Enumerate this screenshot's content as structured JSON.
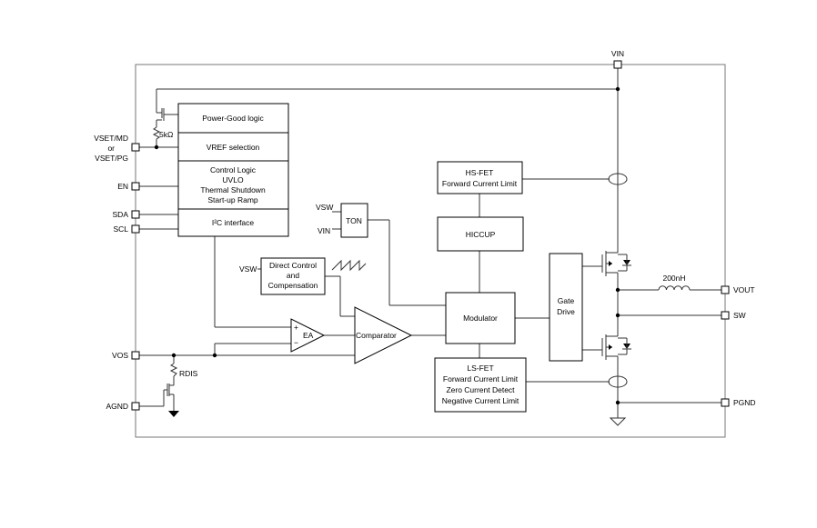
{
  "pins": {
    "vin": "VIN",
    "vset_line1": "VSET/MD",
    "vset_or": "or",
    "vset_line2": "VSET/PG",
    "en": "EN",
    "sda": "SDA",
    "scl": "SCL",
    "vos": "VOS",
    "agnd": "AGND",
    "vout": "VOUT",
    "sw": "SW",
    "pgnd": "PGND"
  },
  "blocks": {
    "power_good": "Power-Good logic",
    "vref_selection": "VREF selection",
    "control_logic": [
      "Control Logic",
      "UVLO",
      "Thermal Shutdown",
      "Start-up Ramp"
    ],
    "i2c_interface": "I²C interface",
    "hs_fet": [
      "HS-FET",
      "Forward Current Limit"
    ],
    "hiccup": "HICCUP",
    "modulator": "Modulator",
    "gate_drive": [
      "Gate",
      "Drive"
    ],
    "ls_fet": [
      "LS-FET",
      "Forward Current Limit",
      "Zero Current Detect",
      "Negative Current Limit"
    ],
    "direct_control": [
      "Direct Control",
      "and",
      "Compensation"
    ],
    "comparator": "Comparator",
    "error_amp": "EA",
    "ton": "TON"
  },
  "labels": {
    "resistor_5k": "5kΩ",
    "rdis": "RDIS",
    "inductor": "200nH",
    "vsw_ton": "VSW",
    "vin_ton": "VIN",
    "vsw_dc": "VSW",
    "ea_plus": "+",
    "ea_minus": "−"
  }
}
